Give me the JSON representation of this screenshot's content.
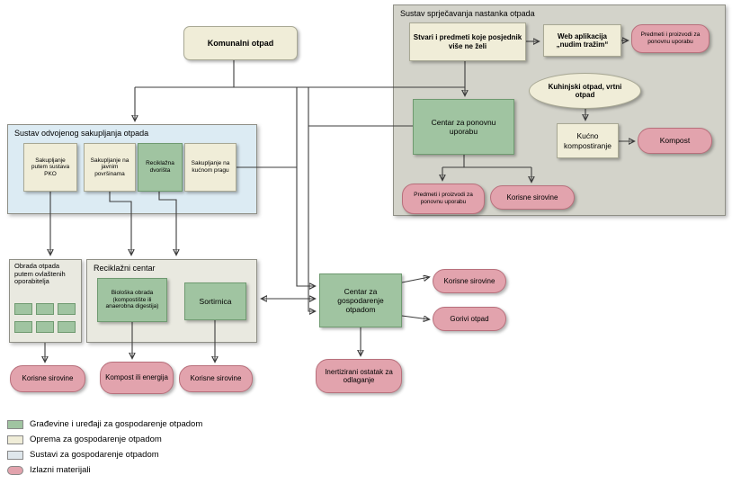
{
  "containers": {
    "prevention": "Sustav sprječavanja nastanka otpada",
    "separate_collection": "Sustav odvojenog sakupljanja otpada",
    "treatment": "Obrada otpada putem ovlaštenih oporabitelja",
    "recycling_center": "Reciklažni centar"
  },
  "nodes": {
    "komunalni": "Komunalni otpad",
    "stvari": "Stvari i predmeti koje posjednik više ne želi",
    "web_app": "Web aplikacija „nudim tražim“",
    "predmeti_top": "Predmeti i proizvodi za ponovnu uporabu",
    "kuhinjski": "Kuhinjski otpad, vrtni otpad",
    "centar_ponovnu": "Centar za ponovnu uporabu",
    "kucno": "Kućno kompostiranje",
    "kompost": "Kompost",
    "predmeti_bottom": "Predmeti i proizvodi za ponovnu uporabu",
    "korisne_prevention": "Korisne sirovine",
    "sak_pko": "Sakupljanje putem sustava PKO",
    "sak_javnim": "Sakupljanje na javnim površinama",
    "reciklazna": "Reciklažna dvorišta",
    "sak_kucnom": "Sakupljanje na kućnom pragu",
    "bioloska": "Biološka obrada (kompostište ili anaerobna digestija)",
    "sortirnica": "Sortirnica",
    "centar_gospodarenje": "Centar za gospodarenje otpadom",
    "korisne_right": "Korisne sirovine",
    "gorivi": "Gorivi otpad",
    "korisne_left": "Korisne sirovine",
    "kompost_energija": "Kompost ili energija",
    "korisne_mid": "Korisne sirovine",
    "inertizirani": "Inertizirani ostatak za odlaganje"
  },
  "legend": {
    "items": [
      {
        "label": "Građevine i uređaji za gospodarenje otpadom"
      },
      {
        "label": "Oprema za gospodarenje otpadom"
      },
      {
        "label": "Sustavi za gospodarenje otpadom"
      },
      {
        "label": "Izlazni materijali"
      }
    ]
  },
  "colors": {
    "facility_green": "#a0c4a1",
    "equipment_cream": "#f0edd8",
    "system_blue": "#dcebf3",
    "system_gray": "#d3d3ca",
    "output_pink": "#e2a3ad"
  }
}
